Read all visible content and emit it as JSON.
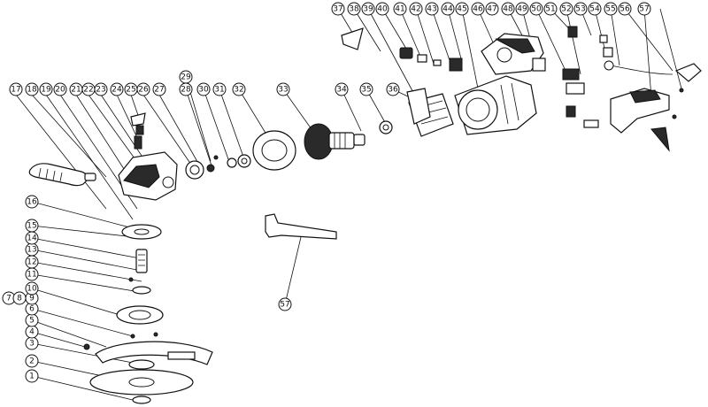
{
  "labels": [
    "1",
    "2",
    "3",
    "4",
    "5",
    "6",
    "7",
    "8",
    "9",
    "10",
    "11",
    "12",
    "13",
    "14",
    "15",
    "16",
    "17",
    "18",
    "19",
    "20",
    "21",
    "22",
    "23",
    "24",
    "25",
    "26",
    "27",
    "28",
    "29",
    "30",
    "31",
    "32",
    "33",
    "34",
    "35",
    "36",
    "37",
    "38",
    "39",
    "40",
    "41",
    "42",
    "43",
    "44",
    "45",
    "46",
    "47",
    "48",
    "49",
    "50",
    "51",
    "52",
    "53",
    "54",
    "55",
    "56",
    "57"
  ]
}
